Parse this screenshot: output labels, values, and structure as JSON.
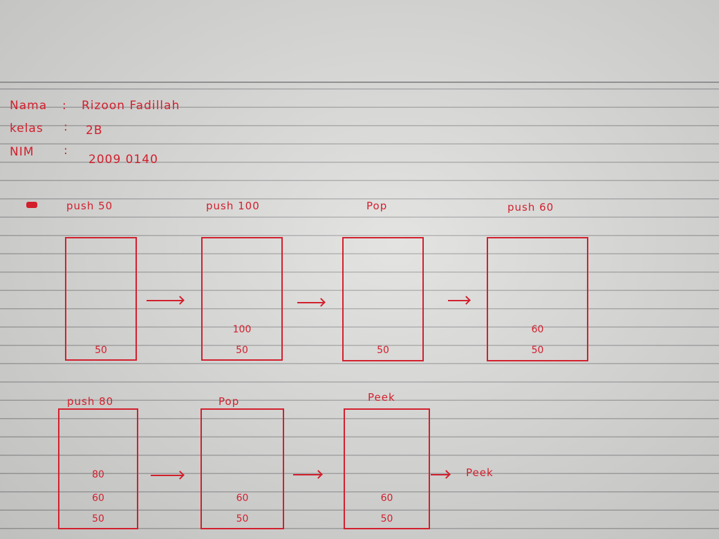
{
  "header": {
    "nama_label": "Nama",
    "nama_sep": ":",
    "nama_value": "Rizoon Fadillah",
    "kelas_label": "kelas",
    "kelas_sep": ":",
    "kelas_value": "2B",
    "nim_label": "NIM",
    "nim_sep": ":",
    "nim_value": "2009 0140"
  },
  "row1": [
    {
      "label": "push 50",
      "values": [
        "50"
      ]
    },
    {
      "label": "push 100",
      "values": [
        "100",
        "50"
      ]
    },
    {
      "label": "Pop",
      "values": [
        "50"
      ]
    },
    {
      "label": "push 60",
      "values": [
        "60",
        "50"
      ]
    }
  ],
  "row2": [
    {
      "label": "push 80",
      "values": [
        "80",
        "60",
        "50"
      ]
    },
    {
      "label": "Pop",
      "values": [
        "60",
        "50"
      ]
    },
    {
      "label": "Peek",
      "values": [
        "60",
        "50"
      ]
    }
  ],
  "peek_result": "Peek"
}
